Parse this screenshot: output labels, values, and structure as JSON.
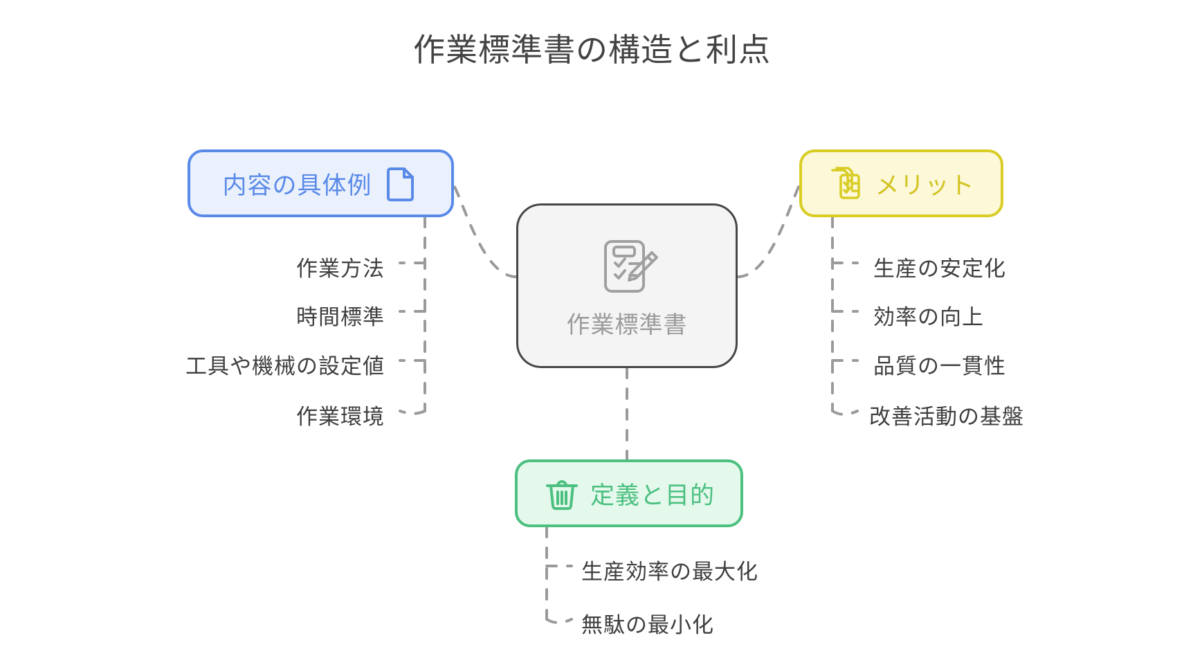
{
  "title": "作業標準書の構造と利点",
  "colors": {
    "background": "#ffffff",
    "title_text": "#434343",
    "center_border": "#464646",
    "center_fill": "#f4f4f4",
    "center_text": "#9b9b9b",
    "blue": "#5a8ae8",
    "blue_fill": "#eaf1fd",
    "yellow": "#d9cc24",
    "yellow_fill": "#fcf8d8",
    "green": "#4cc080",
    "green_fill": "#e4f9ec",
    "connector": "#9a9a9a",
    "leaf_text": "#3f3f3f"
  },
  "center": {
    "label": "作業標準書",
    "icon": "clipboard-pencil-icon"
  },
  "branches": [
    {
      "id": "content",
      "label": "内容の具体例",
      "icon": "document-icon",
      "icon_position": "right",
      "color": "#5a8ae8",
      "fill": "#eaf1fd",
      "items": [
        "作業方法",
        "時間標準",
        "工具や機械の設定値",
        "作業環境"
      ]
    },
    {
      "id": "merit",
      "label": "メリット",
      "icon": "stacked-checklist-icon",
      "icon_position": "left",
      "color": "#d9cc24",
      "fill": "#fcf8d8",
      "items": [
        "生産の安定化",
        "効率の向上",
        "品質の一貫性",
        "改善活動の基盤"
      ]
    },
    {
      "id": "purpose",
      "label": "定義と目的",
      "icon": "trash-bin-icon",
      "icon_position": "left",
      "color": "#4cc080",
      "fill": "#e4f9ec",
      "items": [
        "生産効率の最大化",
        "無駄の最小化"
      ]
    }
  ]
}
